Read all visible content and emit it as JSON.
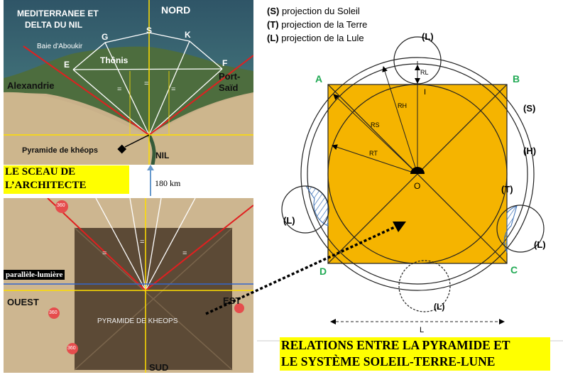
{
  "legend": {
    "s_code": "(S)",
    "s_text": " projection du Soleil",
    "t_code": "(T)",
    "t_text": " projection de la Terre",
    "l_code": "(L)",
    "l_text": " projection de la Lule"
  },
  "map": {
    "region": "MEDITERRANEE ET",
    "region2": "DELTA DU NIL",
    "north": "NORD",
    "point_g": "G",
    "point_s": "S",
    "point_k": "K",
    "point_e": "E",
    "point_f": "F",
    "bay": "Baie d'Aboukir",
    "thonis": "Thônis",
    "alexandria": "Alexandrie",
    "port_said_1": "Port-",
    "port_said_2": "Saïd",
    "pyramid": "Pyramide de khéops",
    "nile": "NIL",
    "equal": "="
  },
  "seal": {
    "line1": "LE SCEAU DE",
    "line2": "L’ARCHITECTE"
  },
  "distance": "180 km",
  "plan": {
    "parallel": "parallèle-lumière",
    "west": "OUEST",
    "east": "EST",
    "pyramid": "PYRAMIDE DE KHEOPS",
    "south": "SUD",
    "marker": "360"
  },
  "diagram": {
    "a": "A",
    "b": "B",
    "c": "C",
    "d": "D",
    "o": "O",
    "i": "I",
    "s": "(S)",
    "h": "(H)",
    "t": "(T)",
    "l_top": "(L)",
    "l_left": "(L)",
    "l_right": "(L)",
    "l_bottom": "(L)",
    "rl": "RL",
    "rh": "RH",
    "rs": "RS",
    "rt": "RT",
    "length": "L"
  },
  "caption": {
    "line1": "RELATIONS ENTRE LA PYRAMIDE ET",
    "line2": "LE SYSTÈME SOLEIL-TERRE-LUNE"
  },
  "colors": {
    "square": "#f5b400",
    "vertex": "#22aa55",
    "banner": "#ffff00",
    "axis": "#ffdd00",
    "ray": "#e02020"
  }
}
